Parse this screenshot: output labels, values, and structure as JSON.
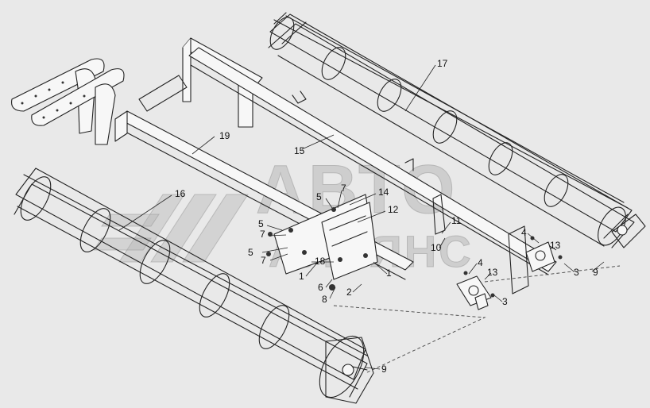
{
  "watermark": {
    "line1": "АВТО",
    "line2": "АЛЬЯНС"
  },
  "callouts": [
    {
      "id": "c17",
      "label": "17"
    },
    {
      "id": "c19",
      "label": "19"
    },
    {
      "id": "c15",
      "label": "15"
    },
    {
      "id": "c16",
      "label": "16"
    },
    {
      "id": "c14",
      "label": "14"
    },
    {
      "id": "c12",
      "label": "12"
    },
    {
      "id": "c5a",
      "label": "5"
    },
    {
      "id": "c7a",
      "label": "7"
    },
    {
      "id": "c5b",
      "label": "5"
    },
    {
      "id": "c7b",
      "label": "7"
    },
    {
      "id": "c5c",
      "label": "5"
    },
    {
      "id": "c7c",
      "label": "7"
    },
    {
      "id": "c18",
      "label": "18"
    },
    {
      "id": "c1a",
      "label": "1"
    },
    {
      "id": "c1b",
      "label": "1"
    },
    {
      "id": "c6",
      "label": "6"
    },
    {
      "id": "c8",
      "label": "8"
    },
    {
      "id": "c2",
      "label": "2"
    },
    {
      "id": "c11",
      "label": "11"
    },
    {
      "id": "c10",
      "label": "10"
    },
    {
      "id": "c4a",
      "label": "4"
    },
    {
      "id": "c13a",
      "label": "13"
    },
    {
      "id": "c3a",
      "label": "3"
    },
    {
      "id": "c9a",
      "label": "9"
    },
    {
      "id": "c4b",
      "label": "4"
    },
    {
      "id": "c13b",
      "label": "13"
    },
    {
      "id": "c3b",
      "label": "3"
    },
    {
      "id": "c9b",
      "label": "9"
    }
  ]
}
